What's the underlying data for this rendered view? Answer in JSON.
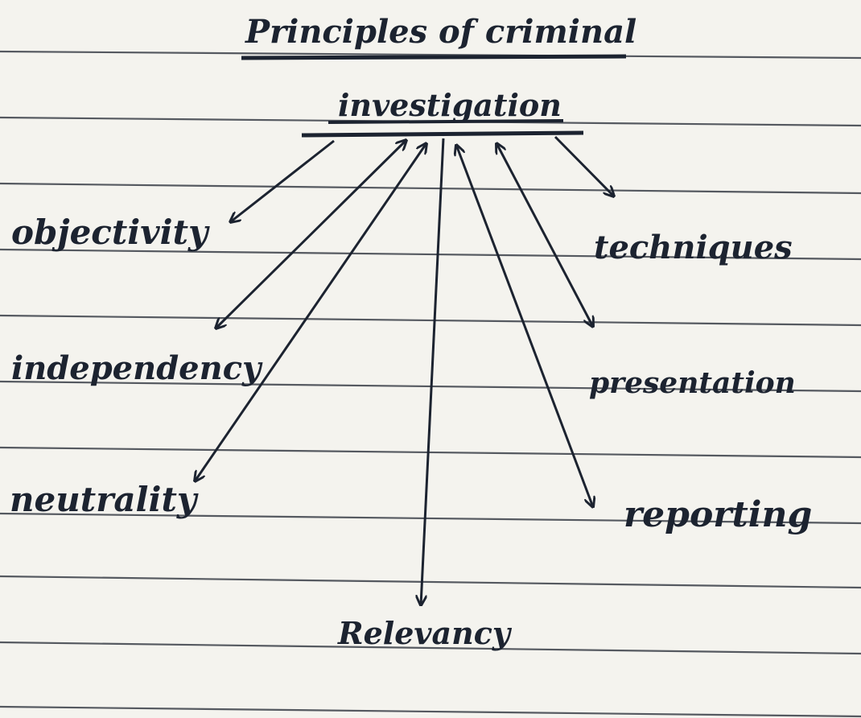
{
  "title": {
    "line1": "Principles of criminal",
    "line2": "investigation"
  },
  "principles": [
    "objectivity",
    "independency",
    "neutrality",
    "Relevancy",
    "techniques",
    "presentation",
    "reporting"
  ],
  "colors": {
    "ink": "#1c2330",
    "paper": "#f4f3ee",
    "rule": "#3a3f48"
  }
}
